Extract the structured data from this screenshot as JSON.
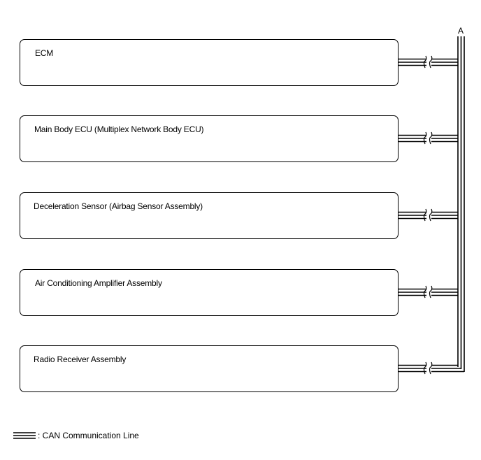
{
  "diagram": {
    "bus_label": "A",
    "ecus": [
      {
        "label": "ECM"
      },
      {
        "label": "Main Body ECU (Multiplex Network Body ECU)"
      },
      {
        "label": "Deceleration Sensor (Airbag Sensor Assembly)"
      },
      {
        "label": "Air Conditioning Amplifier Assembly"
      },
      {
        "label": "Radio Receiver Assembly"
      }
    ],
    "legend": {
      "text": ": CAN Communication Line"
    }
  }
}
